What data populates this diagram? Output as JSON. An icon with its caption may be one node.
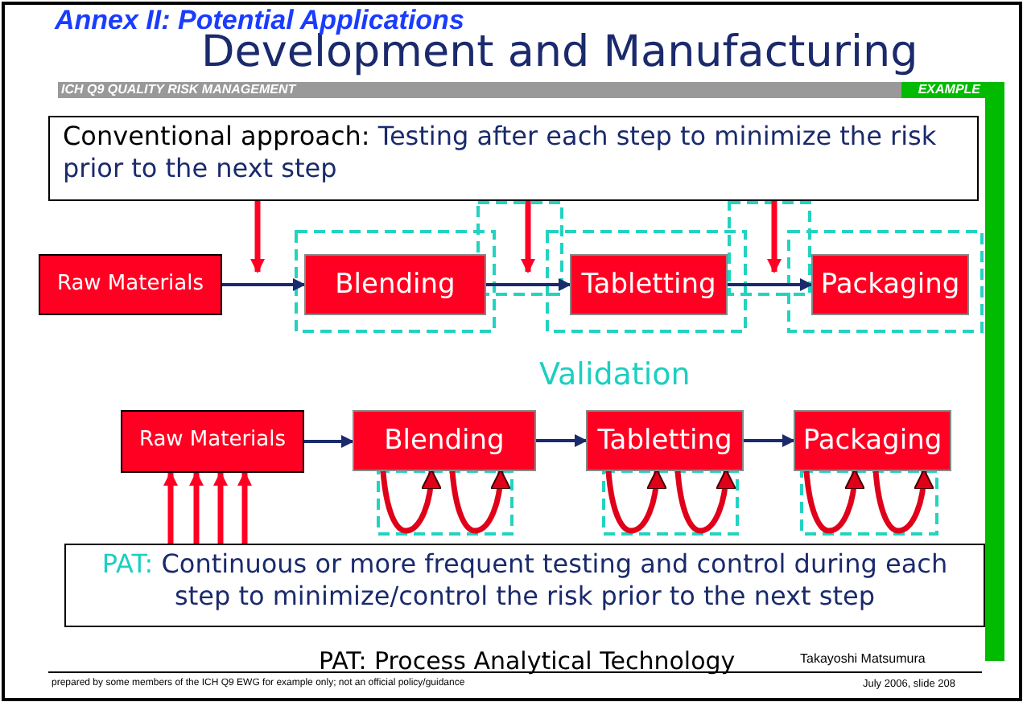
{
  "diagram": {
    "title": "Development and Manufacturing",
    "nodes": [
      {
        "text": [
          "Conventional approach:",
          "Testing after each step to minimize the risk prior to the next step"
        ]
      },
      {
        "text": [
          "Raw Materials"
        ]
      },
      {
        "text": [
          "Blending"
        ]
      },
      {
        "text": [
          "Tabletting"
        ]
      },
      {
        "text": [
          "Packaging"
        ]
      },
      {
        "text": [
          "Raw Materials"
        ]
      },
      {
        "text": [
          "Blending"
        ]
      },
      {
        "text": [
          "Tabletting"
        ]
      },
      {
        "text": [
          "Packaging"
        ]
      },
      {
        "text": [
          "PAT:",
          "Continuous or more frequent testing and control during each step to minimize/control the risk prior to the next step"
        ]
      }
    ],
    "edges": [
      {
        "from": 1,
        "to": 2,
        "arrow": "to",
        "color": "#1a2a6c"
      },
      {
        "from": 2,
        "to": 3,
        "arrow": "to",
        "color": "#1a2a6c"
      },
      {
        "from": 3,
        "to": 4,
        "arrow": "to",
        "color": "#1a2a6c"
      },
      {
        "from": 5,
        "to": 6,
        "arrow": "to",
        "color": "#1a2a6c"
      },
      {
        "from": 6,
        "to": 7,
        "arrow": "to",
        "color": "#1a2a6c"
      },
      {
        "from": 7,
        "to": 8,
        "arrow": "to",
        "color": "#1a2a6c"
      },
      {
        "from": 9,
        "to": 5,
        "arrow": "to"
      },
      {
        "from": 9,
        "to": 5,
        "arrow": "to"
      },
      {
        "from": 9,
        "to": 5,
        "arrow": "to"
      },
      {
        "from": 9,
        "to": 5,
        "arrow": "to"
      },
      {
        "from": 6,
        "to": 6,
        "arrow": "to",
        "color": "#e0001a"
      },
      {
        "from": 6,
        "to": 6,
        "arrow": "to",
        "color": "#e0001a"
      },
      {
        "from": 7,
        "to": 7,
        "arrow": "to",
        "color": "#e0001a"
      },
      {
        "from": 7,
        "to": 7,
        "arrow": "to",
        "color": "#e0001a"
      },
      {
        "from": 8,
        "to": 8,
        "arrow": "to",
        "color": "#e0001a"
      },
      {
        "from": 8,
        "to": 8,
        "arrow": "to",
        "color": "#e0001a"
      },
      {
        "from": 0,
        "to": 1,
        "arrow": "to"
      },
      {
        "from": 0,
        "to": 3,
        "arrow": "to"
      },
      {
        "from": 0,
        "to": 4,
        "arrow": "to"
      }
    ],
    "labels": [
      "Annex II: Potential Applications",
      "ICH Q9 QUALITY RISK MANAGEMENT",
      "EXAMPLE",
      "Validation",
      "PAT: Process Analytical Technology",
      "Takayoshi Matsumura",
      "prepared by some members of the ICH Q9 EWG for example only; not an official policy/guidance",
      "July 2006, slide 208"
    ]
  }
}
